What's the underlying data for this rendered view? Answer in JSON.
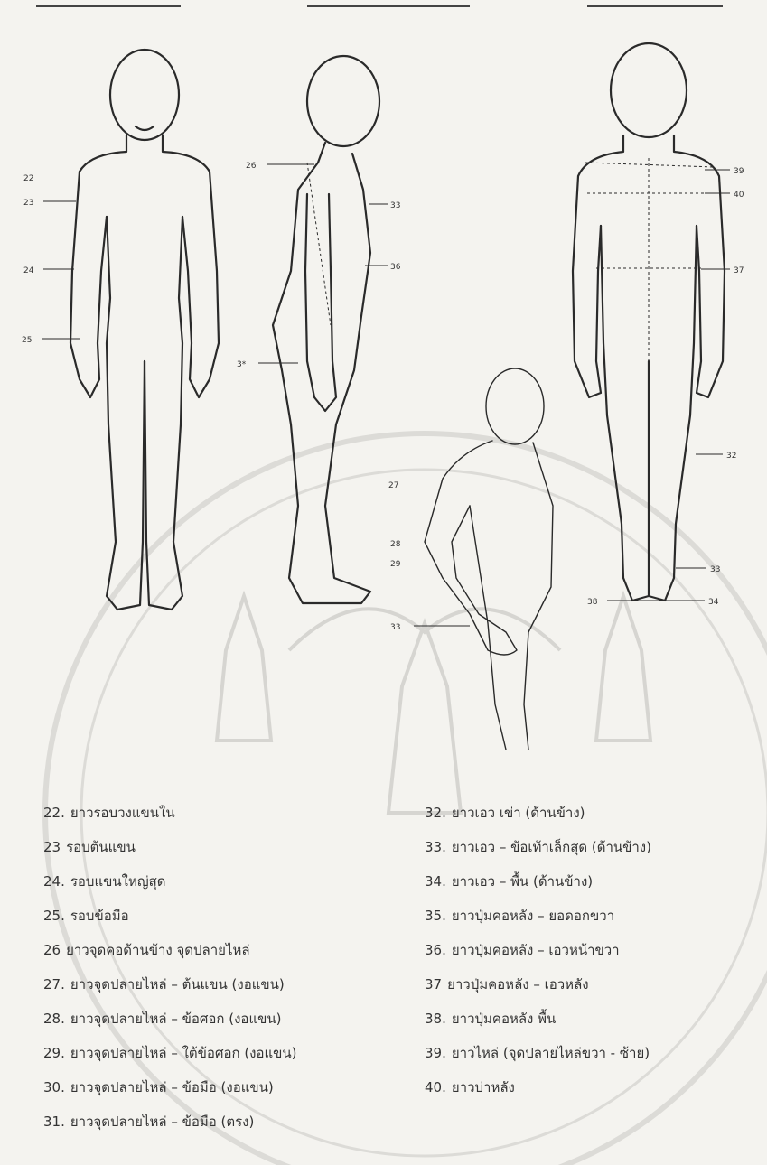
{
  "labels": {
    "front": [
      "22",
      "23",
      "24",
      "25"
    ],
    "side": [
      "26",
      "33",
      "36",
      "3*"
    ],
    "bent": [
      "27",
      "28",
      "29",
      "33"
    ],
    "back": [
      "39",
      "40",
      "37",
      "32",
      "33",
      "38",
      "34"
    ]
  },
  "legend_left": [
    {
      "num": "22.",
      "text": "ยาวรอบวงแขนใน"
    },
    {
      "num": "23",
      "text": "รอบต้นแขน"
    },
    {
      "num": "24.",
      "text": "รอบแขนใหญ่สุด"
    },
    {
      "num": "25.",
      "text": "รอบข้อมือ"
    },
    {
      "num": "26",
      "text": "ยาวจุดคอด้านข้าง   จุดปลายไหล่"
    },
    {
      "num": "27.",
      "text": "ยาวจุดปลายไหล่ – ต้นแขน (งอแขน)"
    },
    {
      "num": "28.",
      "text": "ยาวจุดปลายไหล่ – ข้อศอก (งอแขน)"
    },
    {
      "num": "29.",
      "text": "ยาวจุดปลายไหล่ – ใต้ข้อศอก (งอแขน)"
    },
    {
      "num": "30.",
      "text": "ยาวจุดปลายไหล่ – ข้อมือ (งอแขน)"
    },
    {
      "num": "31.",
      "text": "ยาวจุดปลายไหล่ – ข้อมือ (ตรง)"
    }
  ],
  "legend_right": [
    {
      "num": "32.",
      "text": "ยาวเอว   เข่า (ด้านข้าง)"
    },
    {
      "num": "33.",
      "text": "ยาวเอว – ข้อเท้าเล็กสุด (ด้านข้าง)"
    },
    {
      "num": "34.",
      "text": "ยาวเอว – พื้น (ด้านข้าง)"
    },
    {
      "num": "35.",
      "text": "ยาวปุ่มคอหลัง – ยอดอกขวา"
    },
    {
      "num": "36.",
      "text": "ยาวปุ่มคอหลัง – เอวหน้าขวา"
    },
    {
      "num": "37",
      "text": "ยาวปุ่มคอหลัง – เอวหลัง"
    },
    {
      "num": "38.",
      "text": "ยาวปุ่มคอหลัง   พื้น"
    },
    {
      "num": "39.",
      "text": "ยาวไหล่ (จุดปลายไหล่ขวา - ซ้าย)"
    },
    {
      "num": "40.",
      "text": "ยาวบ่าหลัง"
    }
  ],
  "colors": {
    "ink": "#2a2a2a",
    "paper": "#f4f3ef",
    "watermark": "#d9d8d4"
  }
}
